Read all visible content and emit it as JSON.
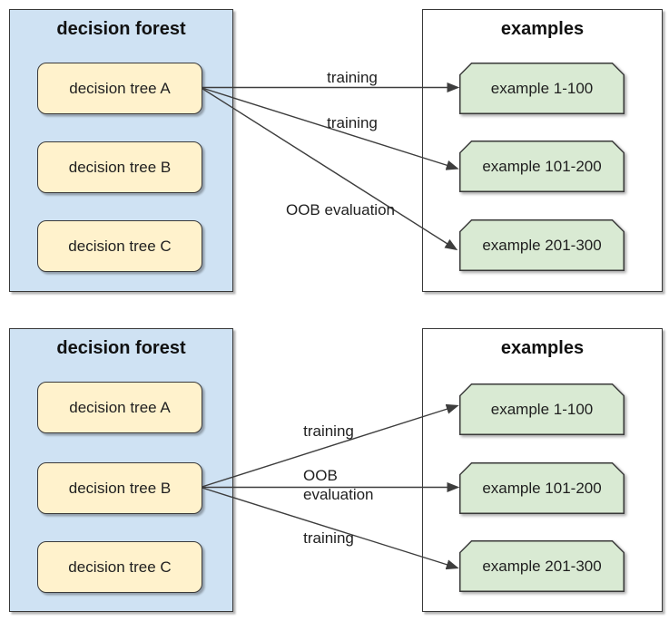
{
  "colors": {
    "forest_container_fill": "#cfe2f3",
    "tree_box_fill": "#fff2cc",
    "example_box_fill": "#d9ead3",
    "examples_container_fill": "#ffffff",
    "box_border": "#3a3a3a",
    "arrow": "#3d3d3d",
    "text": "#1f1f1f"
  },
  "panels": [
    {
      "forest": {
        "title": "decision forest",
        "trees": [
          {
            "label": "decision tree A"
          },
          {
            "label": "decision tree B"
          },
          {
            "label": "decision tree C"
          }
        ]
      },
      "examples": {
        "title": "examples",
        "items": [
          {
            "label": "example 1-100"
          },
          {
            "label": "example 101-200"
          },
          {
            "label": "example 201-300"
          }
        ]
      },
      "arrows": [
        {
          "label": "training",
          "from": "decision tree A",
          "to": "example 1-100"
        },
        {
          "label": "training",
          "from": "decision tree A",
          "to": "example 101-200"
        },
        {
          "label": "OOB evaluation",
          "from": "decision tree A",
          "to": "example 201-300"
        }
      ]
    },
    {
      "forest": {
        "title": "decision forest",
        "trees": [
          {
            "label": "decision tree A"
          },
          {
            "label": "decision tree B"
          },
          {
            "label": "decision tree C"
          }
        ]
      },
      "examples": {
        "title": "examples",
        "items": [
          {
            "label": "example 1-100"
          },
          {
            "label": "example 101-200"
          },
          {
            "label": "example 201-300"
          }
        ]
      },
      "arrows": [
        {
          "label": "training",
          "from": "decision tree B",
          "to": "example 1-100"
        },
        {
          "label": "OOB evaluation",
          "from": "decision tree B",
          "to": "example 101-200"
        },
        {
          "label": "training",
          "from": "decision tree B",
          "to": "example 201-300"
        }
      ]
    }
  ]
}
